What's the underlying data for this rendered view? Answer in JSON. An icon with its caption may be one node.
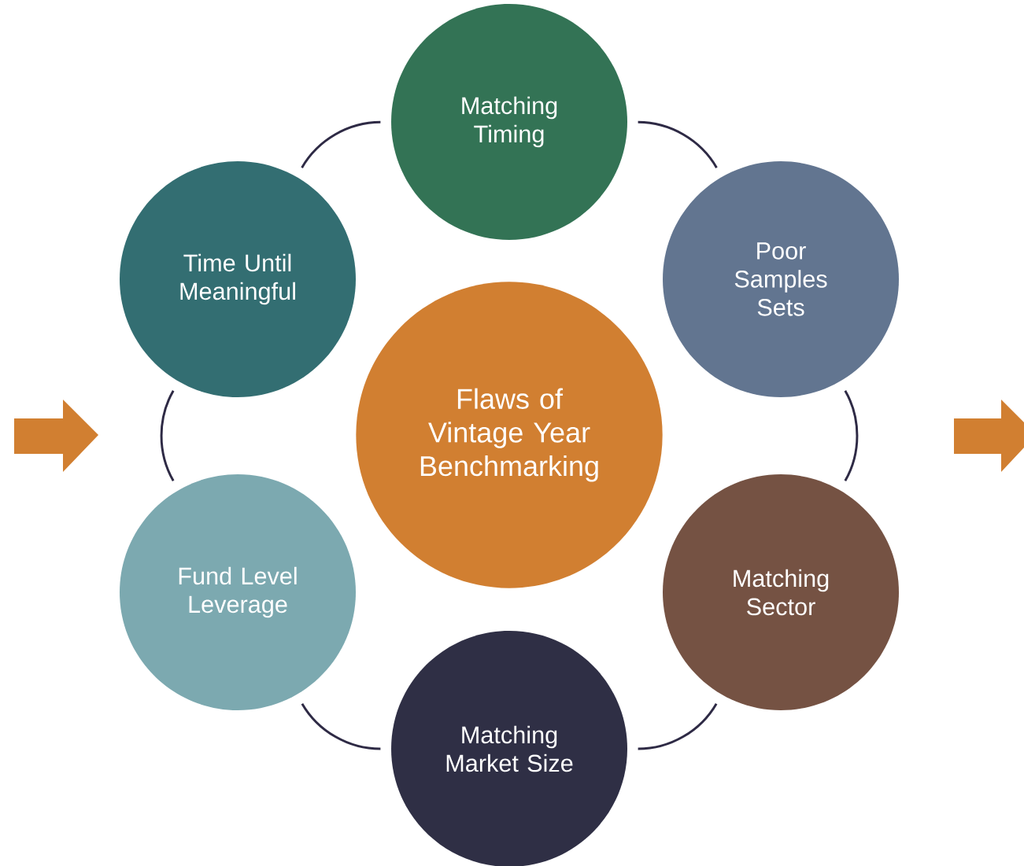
{
  "diagram": {
    "nodes": [
      {
        "text": [
          "Flaws of Vintage Year Benchmarking"
        ]
      },
      {
        "text": [
          "Matching Timing"
        ]
      },
      {
        "text": [
          "Poor Samples Sets"
        ]
      },
      {
        "text": [
          "Matching Sector"
        ]
      },
      {
        "text": [
          "Matching Market Size"
        ]
      },
      {
        "text": [
          "Fund Level Leverage"
        ]
      },
      {
        "text": [
          "Time Until Meaningful"
        ]
      }
    ],
    "edges": [
      {
        "from": 1,
        "to": 2,
        "arrow": "none"
      },
      {
        "from": 2,
        "to": 3,
        "arrow": "none"
      },
      {
        "from": 3,
        "to": 4,
        "arrow": "none"
      },
      {
        "from": 4,
        "to": 5,
        "arrow": "none"
      },
      {
        "from": 5,
        "to": 6,
        "arrow": "none"
      },
      {
        "from": 6,
        "to": 1,
        "arrow": "none"
      }
    ]
  }
}
